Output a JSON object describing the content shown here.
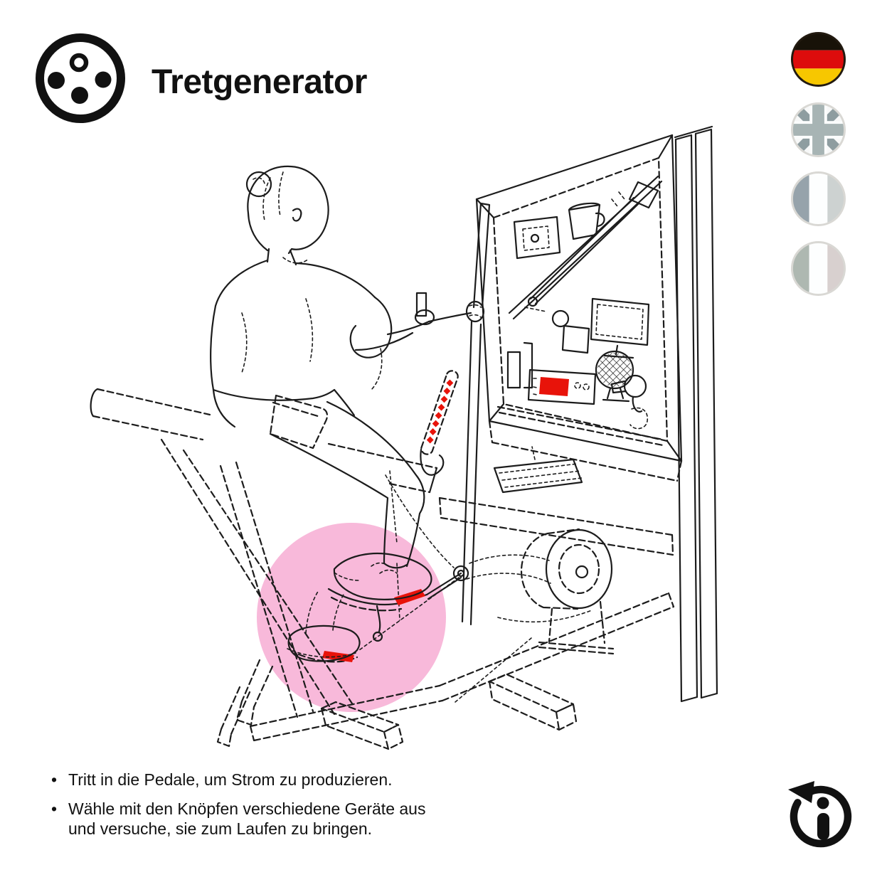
{
  "header": {
    "title": "Tretgenerator",
    "logo_icon": "pedal-buttons-icon"
  },
  "language_selector": {
    "flags": [
      {
        "icon": "flag-germany-icon",
        "active": true
      },
      {
        "icon": "flag-united-kingdom-icon",
        "active": false
      },
      {
        "icon": "flag-france-icon",
        "active": false
      },
      {
        "icon": "flag-italy-icon",
        "active": false
      }
    ]
  },
  "instructions": {
    "bullet": "•",
    "items": [
      "Tritt in die Pedale, um Strom zu produzieren.",
      "Wähle mit den Knöpfen verschiedene Geräte aus\nund versuche, sie zum Laufen zu bringen."
    ]
  },
  "footer": {
    "info_icon": "info-reset-icon"
  },
  "colors": {
    "line": "#1c1c1c",
    "accent_red": "#e8130a",
    "highlight_pink": "#f8b9da",
    "flag_black": "#181208",
    "flag_red": "#dd0c0c",
    "flag_gold": "#f7c700",
    "gray_ring": "#d9d8d4",
    "gray_dark": "#8e9da0",
    "gray_mid": "#a7b4b4",
    "gray_light": "#cdd2d1"
  }
}
